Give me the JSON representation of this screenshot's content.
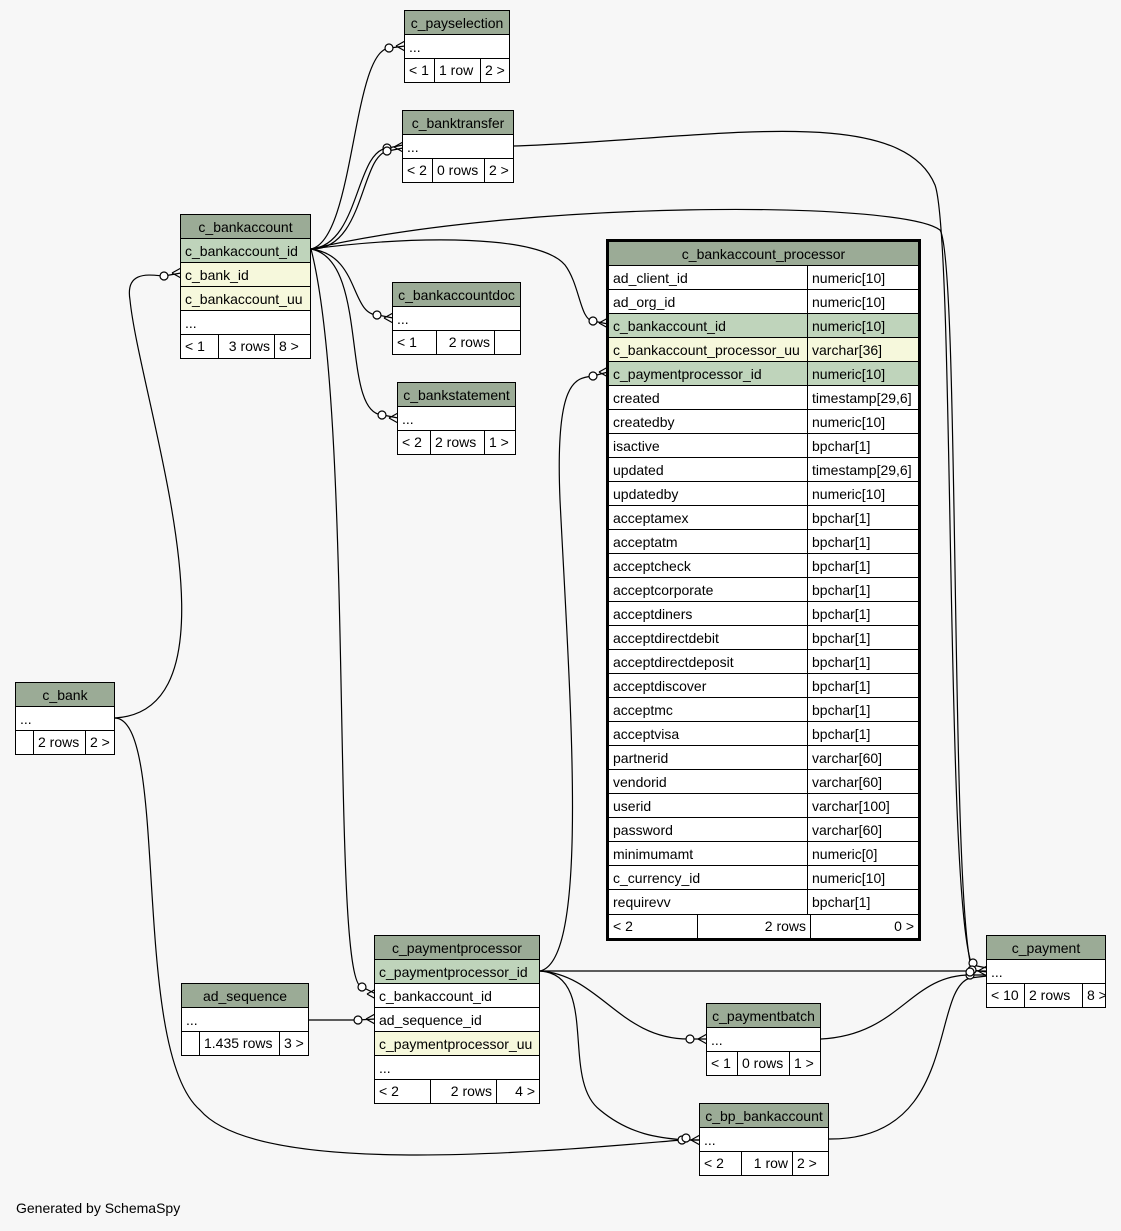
{
  "credit": "Generated by SchemaSpy",
  "tables": {
    "c_payselection": {
      "name": "c_payselection",
      "more": "...",
      "prev": "< 1",
      "rows": "1 row",
      "next": "2 >"
    },
    "c_banktransfer": {
      "name": "c_banktransfer",
      "more": "...",
      "prev": "< 2",
      "rows": "0 rows",
      "next": "2 >"
    },
    "c_bankaccount": {
      "name": "c_bankaccount",
      "cols": [
        "c_bankaccount_id",
        "c_bank_id",
        "c_bankaccount_uu"
      ],
      "more": "...",
      "prev": "< 1",
      "rows": "3 rows",
      "next": "8 >"
    },
    "c_bankaccountdoc": {
      "name": "c_bankaccountdoc",
      "more": "...",
      "prev": "< 1",
      "rows": "2 rows",
      "next": ""
    },
    "c_bankstatement": {
      "name": "c_bankstatement",
      "more": "...",
      "prev": "< 2",
      "rows": "2 rows",
      "next": "1 >"
    },
    "c_bank": {
      "name": "c_bank",
      "more": "...",
      "prev": "",
      "rows": "2 rows",
      "next": "2 >"
    },
    "ad_sequence": {
      "name": "ad_sequence",
      "more": "...",
      "prev": "",
      "rows": "1.435 rows",
      "next": "3 >"
    },
    "c_paymentprocessor": {
      "name": "c_paymentprocessor",
      "cols": [
        "c_paymentprocessor_id",
        "c_bankaccount_id",
        "ad_sequence_id",
        "c_paymentprocessor_uu"
      ],
      "more": "...",
      "prev": "< 2",
      "rows": "2 rows",
      "next": "4 >"
    },
    "c_paymentbatch": {
      "name": "c_paymentbatch",
      "more": "...",
      "prev": "< 1",
      "rows": "0 rows",
      "next": "1 >"
    },
    "c_bp_bankaccount": {
      "name": "c_bp_bankaccount",
      "more": "...",
      "prev": "< 2",
      "rows": "1 row",
      "next": "2 >"
    },
    "c_payment": {
      "name": "c_payment",
      "more": "...",
      "prev": "< 10",
      "rows": "2 rows",
      "next": "8 >"
    },
    "c_bankaccount_processor": {
      "name": "c_bankaccount_processor",
      "columns": [
        {
          "name": "ad_client_id",
          "type": "numeric[10]"
        },
        {
          "name": "ad_org_id",
          "type": "numeric[10]"
        },
        {
          "name": "c_bankaccount_id",
          "type": "numeric[10]"
        },
        {
          "name": "c_bankaccount_processor_uu",
          "type": "varchar[36]"
        },
        {
          "name": "c_paymentprocessor_id",
          "type": "numeric[10]"
        },
        {
          "name": "created",
          "type": "timestamp[29,6]"
        },
        {
          "name": "createdby",
          "type": "numeric[10]"
        },
        {
          "name": "isactive",
          "type": "bpchar[1]"
        },
        {
          "name": "updated",
          "type": "timestamp[29,6]"
        },
        {
          "name": "updatedby",
          "type": "numeric[10]"
        },
        {
          "name": "acceptamex",
          "type": "bpchar[1]"
        },
        {
          "name": "acceptatm",
          "type": "bpchar[1]"
        },
        {
          "name": "acceptcheck",
          "type": "bpchar[1]"
        },
        {
          "name": "acceptcorporate",
          "type": "bpchar[1]"
        },
        {
          "name": "acceptdiners",
          "type": "bpchar[1]"
        },
        {
          "name": "acceptdirectdebit",
          "type": "bpchar[1]"
        },
        {
          "name": "acceptdirectdeposit",
          "type": "bpchar[1]"
        },
        {
          "name": "acceptdiscover",
          "type": "bpchar[1]"
        },
        {
          "name": "acceptmc",
          "type": "bpchar[1]"
        },
        {
          "name": "acceptvisa",
          "type": "bpchar[1]"
        },
        {
          "name": "partnerid",
          "type": "varchar[60]"
        },
        {
          "name": "vendorid",
          "type": "varchar[60]"
        },
        {
          "name": "userid",
          "type": "varchar[100]"
        },
        {
          "name": "password",
          "type": "varchar[60]"
        },
        {
          "name": "minimumamt",
          "type": "numeric[0]"
        },
        {
          "name": "c_currency_id",
          "type": "numeric[10]"
        },
        {
          "name": "requirevv",
          "type": "bpchar[1]"
        }
      ],
      "prev": "< 2",
      "rows": "2 rows",
      "next": "0 >"
    }
  }
}
